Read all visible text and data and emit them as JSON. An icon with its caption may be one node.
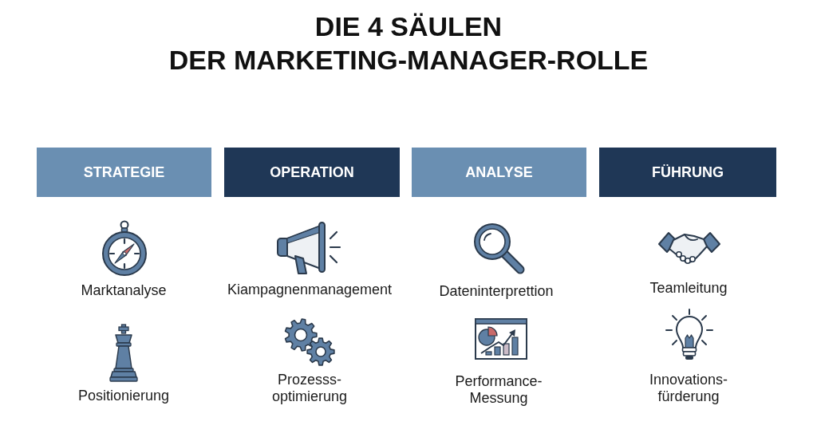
{
  "diagram": {
    "title": "DIE 4 SÄULEN DER MARKETING-MANAGER-ROLLE",
    "nodes": [
      {
        "text": [
          "STRATEGIE"
        ]
      },
      {
        "text": [
          "OPERATION"
        ]
      },
      {
        "text": [
          "ANALYSE"
        ]
      },
      {
        "text": [
          "FÜHRUNG"
        ]
      }
    ],
    "labels": [
      "Marktanalyse",
      "Kiampagnenmanagement",
      "Dateninterprettion",
      "Teamleitung",
      "Positionierung",
      "Prozesss- optimierung",
      "Performance- Messung",
      "Innovations- fürderung"
    ]
  }
}
